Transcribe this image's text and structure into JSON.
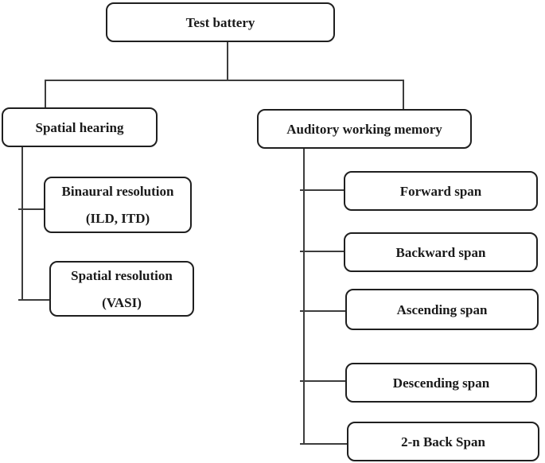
{
  "page": {
    "background_color": "#ffffff",
    "box_fill_color": "#ffffff",
    "box_border_color": "#1f1f1f",
    "connector_color": "#3d3d3d",
    "text_color": "#1a1a1a"
  },
  "diagram": {
    "root": {
      "label": "Test battery"
    },
    "branches": [
      {
        "label": "Spatial hearing",
        "children": [
          {
            "line1": "Binaural resolution",
            "line2": "(ILD, ITD)"
          },
          {
            "line1": "Spatial resolution",
            "line2": "(VASI)"
          }
        ]
      },
      {
        "label": "Auditory working memory",
        "children": [
          {
            "label": "Forward span"
          },
          {
            "label": "Backward span"
          },
          {
            "label": "Ascending span"
          },
          {
            "label": "Descending span"
          },
          {
            "label": "2-n Back Span"
          }
        ]
      }
    ]
  }
}
